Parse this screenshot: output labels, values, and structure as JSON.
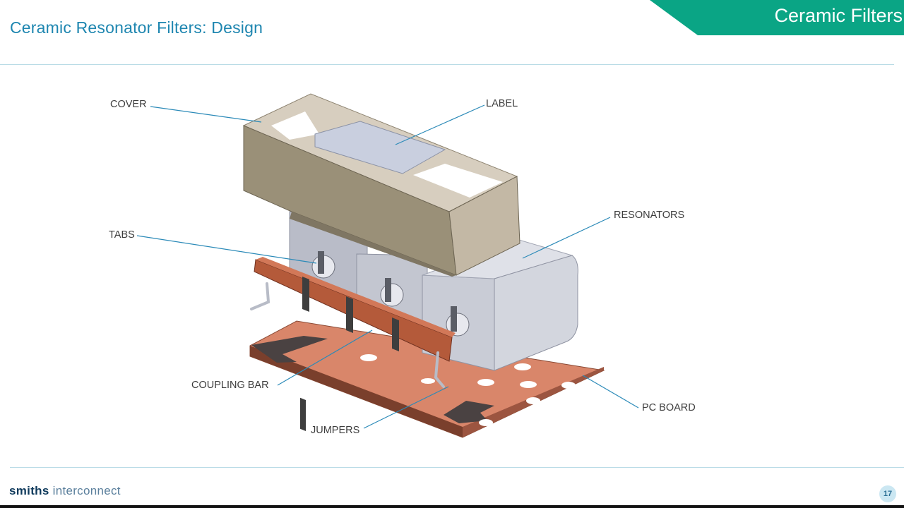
{
  "header": {
    "title": "Ceramic Resonator Filters: Design",
    "section": "Ceramic Filters"
  },
  "diagram": {
    "callouts": {
      "cover": "COVER",
      "label": "LABEL",
      "tabs": "TABS",
      "resonators": "RESONATORS",
      "coupling_bar": "COUPLING BAR",
      "pc_board": "PC BOARD",
      "jumpers": "JUMPERS"
    }
  },
  "footer": {
    "brand_bold": "smiths",
    "brand_light": " interconnect",
    "page_number": "17"
  },
  "colors": {
    "title_blue": "#1e86b0",
    "banner_green": "#0aa585",
    "pcb_copper": "#d9866a",
    "coupling_bar": "#b45a3a",
    "cover": "#c3b8a5",
    "resonator": "#c9ccd6"
  }
}
